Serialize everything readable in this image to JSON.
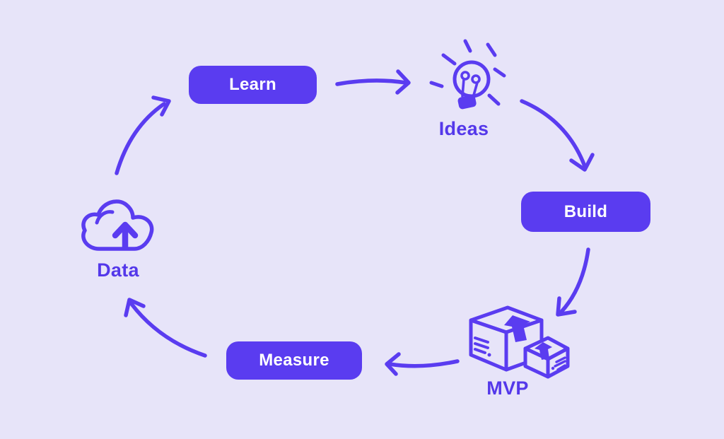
{
  "diagram": {
    "type": "cycle",
    "background_color": "#e7e4f9",
    "accent_color": "#5a3cf0",
    "pill_text_color": "#ffffff",
    "nodes": [
      {
        "id": "learn",
        "label": "Learn",
        "shape": "pill"
      },
      {
        "id": "ideas",
        "label": "Ideas",
        "shape": "icon",
        "icon": "lightbulb-icon"
      },
      {
        "id": "build",
        "label": "Build",
        "shape": "pill"
      },
      {
        "id": "mvp",
        "label": "MVP",
        "shape": "icon",
        "icon": "package-boxes-icon"
      },
      {
        "id": "measure",
        "label": "Measure",
        "shape": "pill"
      },
      {
        "id": "data",
        "label": "Data",
        "shape": "icon",
        "icon": "cloud-upload-icon"
      }
    ],
    "edges": [
      {
        "from": "learn",
        "to": "ideas"
      },
      {
        "from": "ideas",
        "to": "build"
      },
      {
        "from": "build",
        "to": "mvp"
      },
      {
        "from": "mvp",
        "to": "measure"
      },
      {
        "from": "measure",
        "to": "data"
      },
      {
        "from": "data",
        "to": "learn"
      }
    ]
  }
}
